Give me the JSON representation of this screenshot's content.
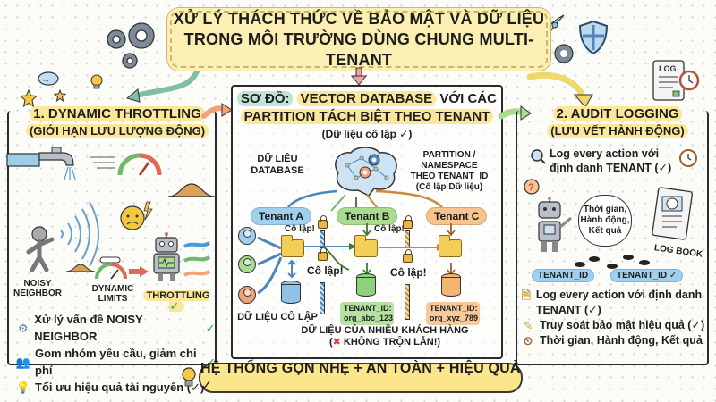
{
  "title": {
    "line1": "XỬ LÝ THÁCH THỨC VỀ BẢO MẬT VÀ DỮ LIỆU",
    "line2": "TRONG MÔI TRƯỜNG DÙNG CHUNG MULTI-TENANT"
  },
  "left": {
    "heading": "1. DYNAMIC THROTTLING",
    "subheading": "(GIỚI HẠN LƯU LƯỢNG ĐỘNG)",
    "labels": {
      "noisy_neighbor_1": "NOISY",
      "noisy_neighbor_2": "NEIGHBOR",
      "dynamic_limits_1": "DYNAMIC",
      "dynamic_limits_2": "LIMITS",
      "throttling": "THROTTLING"
    },
    "bullets": [
      {
        "icon": "gear-icon",
        "text": "Xử lý vấn đề NOISY NEIGHBOR"
      },
      {
        "icon": "users-icon",
        "text": "Gom nhóm yêu cầu, giảm chi phí"
      },
      {
        "icon": "lightbulb-icon",
        "text": "Tối ưu hiệu quả tài nguyên (✓)"
      }
    ]
  },
  "center": {
    "heading_part1": "SƠ ĐỒ:",
    "heading_part2": "VECTOR DATABASE",
    "heading_part3": "VỚI CÁC",
    "heading_line2": "PARTITION TÁCH BIỆT THEO TENANT",
    "subheading": "(Dữ liệu cô lập ✓)",
    "left_label_1": "DỮ LIỆU",
    "left_label_2": "DATABASE",
    "right_label_1": "PARTITION / NAMESPACE",
    "right_label_2": "THEO TENANT_ID",
    "right_label_3": "(Cô lập Dữ liệu)",
    "tenants": [
      {
        "name": "Tenant A",
        "color": "#9fd0ef"
      },
      {
        "name": "Tenant B",
        "color": "#a9dc8f"
      },
      {
        "name": "Tenant C",
        "color": "#f7c38e"
      }
    ],
    "isolation_label": "Cô lập!",
    "tenant_b_tag_1": "TENANT_ID:",
    "tenant_b_tag_2": "org_abc_123",
    "tenant_c_tag_1": "TENANT_ID:",
    "tenant_c_tag_2": "org_xyz_789",
    "isolated_data_label": "DỮ LIỆU CÔ LẬP",
    "footer_line1": "DỮ LIỆU CỦA NHIỀU KHÁCH HÀNG",
    "footer_line2": "KHÔNG TRỘN LẪN!)",
    "footer_prefix": "(",
    "footer_x": "✖"
  },
  "right": {
    "heading": "2. AUDIT LOGGING",
    "subheading": "(LƯU VẾT HÀNH ĐỘNG)",
    "top_bullet_1": "Log every action với",
    "top_bullet_2": "định danh TENANT (✓)",
    "thought_1": "Thời gian,",
    "thought_2": "Hành động,",
    "thought_3": "Kết quả",
    "logbook_label": "LOG BOOK",
    "tenant_tag_1": "TENANT_ID",
    "tenant_tag_2": "TENANT_ID ✓",
    "log_icon_text": "LOG",
    "bullets": [
      {
        "icon": "document-icon",
        "text": "Log every action với định danh TENANT (✓)"
      },
      {
        "icon": "checklist-icon",
        "text": "Truy soát bảo mật hiệu quả (✓)"
      },
      {
        "icon": "clock-icon",
        "text": "Thời gian, Hành động, Kết quả"
      }
    ]
  },
  "footer": {
    "banner": "HỆ THỐNG GỌN NHẸ + AN TOÀN + HIỆU QUẢ ✓"
  },
  "colors": {
    "banner_yellow": "#fbefb3",
    "tenant_a": "#9fd0ef",
    "tenant_b": "#a9dc8f",
    "tenant_c": "#f7c38e",
    "check_green": "#3aa03a"
  }
}
